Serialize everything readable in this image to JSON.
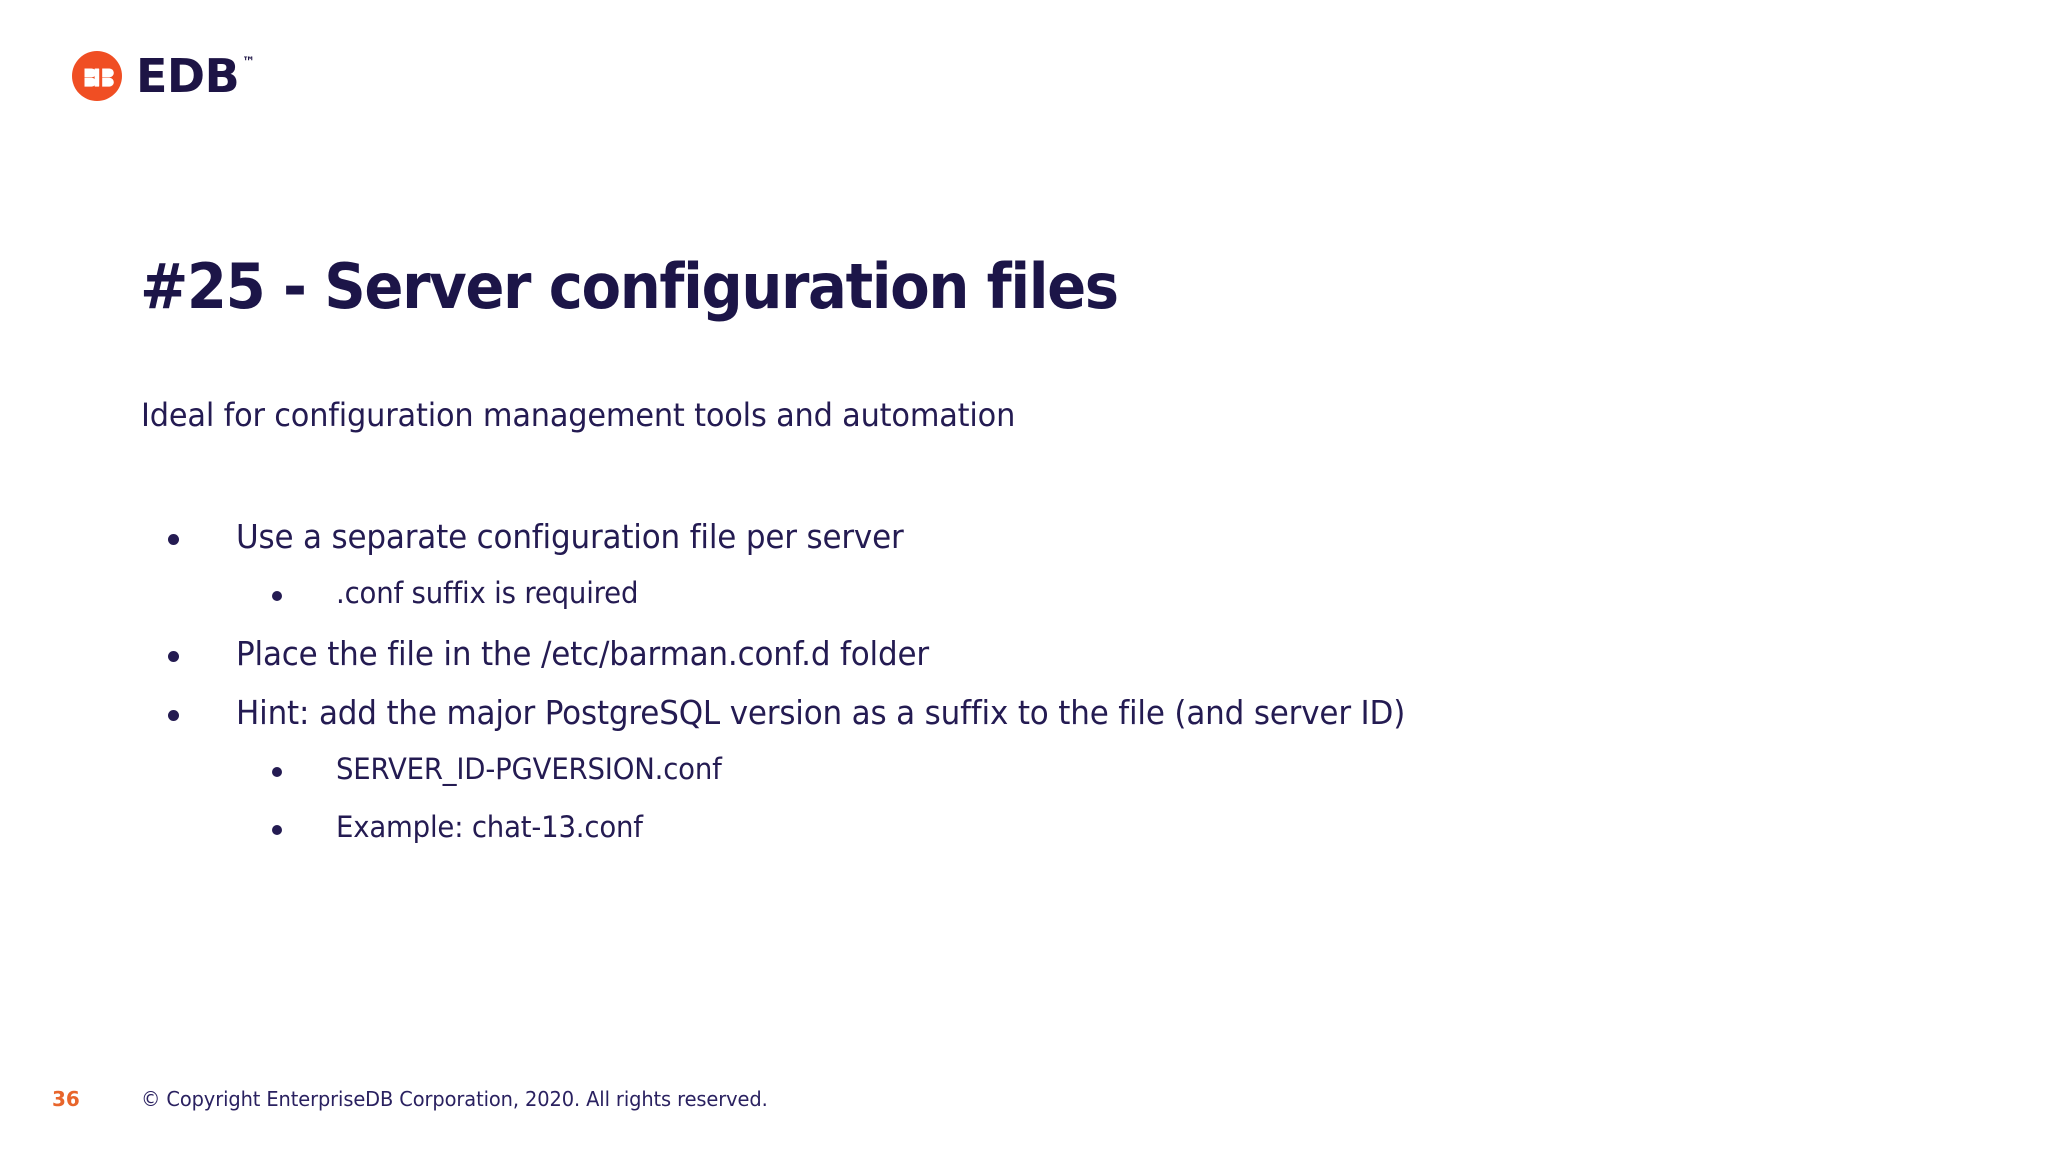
{
  "brand": {
    "logo_icon": "edb-circle-mark-icon",
    "logo_text": "EDB",
    "trademark": "™",
    "orange": "#F04E23",
    "navy": "#1C1548"
  },
  "slide": {
    "title": "#25 - Server configuration files",
    "subtitle": "Ideal for configuration management tools and automation",
    "bullets": [
      {
        "level": 1,
        "marker": "•",
        "text": "Use a separate configuration file per server"
      },
      {
        "level": 2,
        "marker": "•",
        "text": ".conf suffix is required"
      },
      {
        "level": 1,
        "marker": "•",
        "text": "Place the file in the /etc/barman.conf.d folder"
      },
      {
        "level": 1,
        "marker": "•",
        "text": "Hint: add the major PostgreSQL version as a suffix to the file (and server ID)"
      },
      {
        "level": 2,
        "marker": "•",
        "text": "SERVER_ID-PGVERSION.conf"
      },
      {
        "level": 2,
        "marker": "•",
        "text": "Example: chat-13.conf"
      }
    ]
  },
  "footer": {
    "page_number": "36",
    "copyright": "© Copyright EnterpriseDB Corporation, 2020. All rights reserved."
  }
}
